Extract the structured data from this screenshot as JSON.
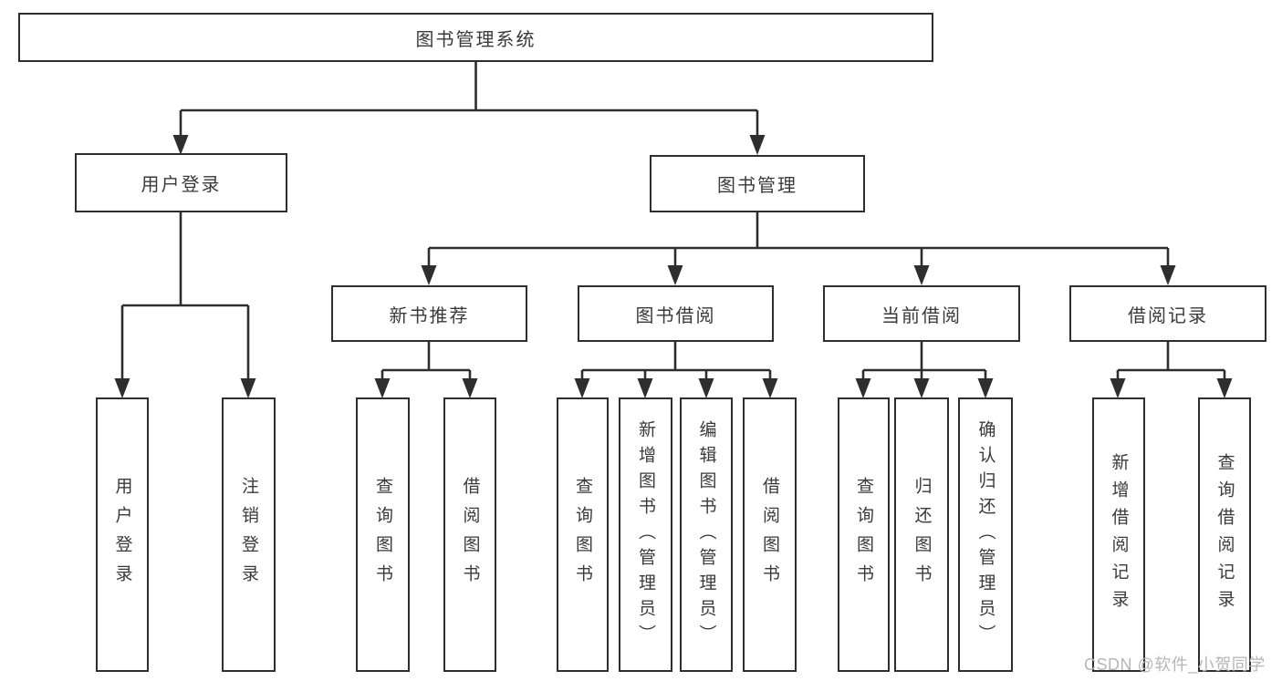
{
  "colors": {
    "line": "#2e2e2e",
    "text": "#3a3a3a",
    "background": "#ffffff",
    "watermark_gray": "#b6b6b6"
  },
  "diagram": {
    "root_label": "图书管理系统",
    "branches": [
      {
        "label": "用户登录",
        "children": [
          {
            "label": "用户登录"
          },
          {
            "label": "注销登录"
          }
        ]
      },
      {
        "label": "图书管理",
        "children": [
          {
            "label": "新书推荐",
            "children": [
              {
                "label": "查询图书"
              },
              {
                "label": "借阅图书"
              }
            ]
          },
          {
            "label": "图书借阅",
            "children": [
              {
                "label": "查询图书"
              },
              {
                "label": "新增图书（管理员）"
              },
              {
                "label": "编辑图书（管理员）"
              },
              {
                "label": "借阅图书"
              }
            ]
          },
          {
            "label": "当前借阅",
            "children": [
              {
                "label": "查询图书"
              },
              {
                "label": "归还图书"
              },
              {
                "label": "确认归还（管理员）"
              }
            ]
          },
          {
            "label": "借阅记录",
            "children": [
              {
                "label": "新增借阅记录"
              },
              {
                "label": "查询借阅记录"
              }
            ]
          }
        ]
      }
    ]
  },
  "watermark": {
    "text": "CSDN @软件_小贺同学"
  }
}
